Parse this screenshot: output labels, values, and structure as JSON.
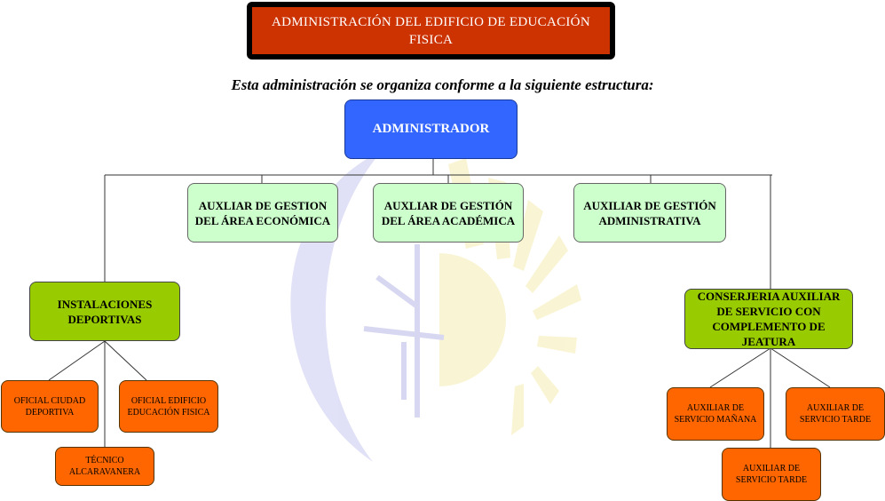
{
  "title": "ADMINISTRACIÓN DEL EDIFICIO DE EDUCACIÓN FISICA",
  "subtitle": "Esta administración se organiza conforme a la siguiente estructura:",
  "nodes": {
    "administrador": "ADMINISTRADOR",
    "aux_economica": "AUXLIAR DE GESTION DEL ÁREA ECONÓMICA",
    "aux_academica": "AUXLIAR DE GESTIÓN DEL ÁREA ACADÉMICA",
    "aux_administrativa": "AUXILIAR DE GESTIÓN ADMINISTRATIVA",
    "instalaciones": "INSTALACIONES DEPORTIVAS",
    "conserjeria": "CONSERJERIA AUXILIAR DE SERVICIO CON COMPLEMENTO DE JEATURA",
    "oficial_ciudad": "OFICIAL CIUDAD DEPORTIVA",
    "oficial_edificio": "OFICIAL EDIFICIO EDUCACIÓN FISICA",
    "tecnico": "TÉCNICO ALCARAVANERA",
    "aux_manana": "AUXILIAR DE SERVICIO MAÑANA",
    "aux_tarde_1": "AUXILIAR DE SERVICIO TARDE",
    "aux_tarde_2": "AUXILIAR DE SERVICIO TARDE"
  },
  "colors": {
    "title_bg": "#cc3300",
    "admin_bg": "#3366ff",
    "level2_bg": "#ccffcc",
    "level3_bg": "#99cc00",
    "leaf_bg": "#ff6600"
  }
}
